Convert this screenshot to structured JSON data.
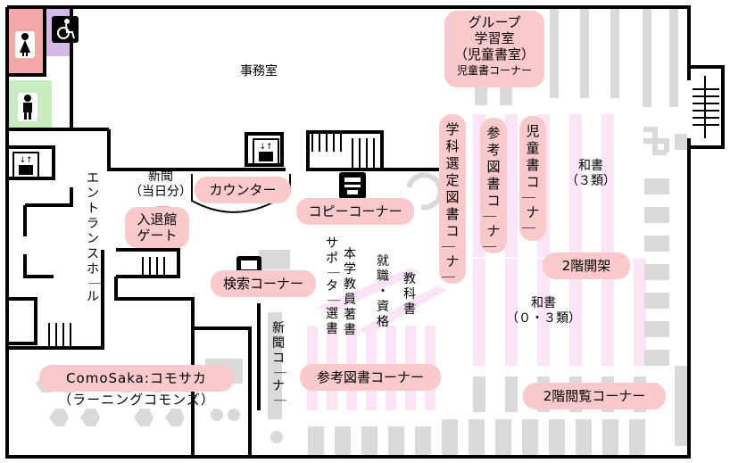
{
  "rooms": {
    "office": "事務室",
    "group_study": [
      "グループ",
      "学習室",
      "（児童書室）",
      "児童書コーナー"
    ],
    "entrance_hall": "エントランスホール",
    "newspaper_today": [
      "新聞",
      "（当日分）"
    ],
    "counter": "カウンター",
    "gate": [
      "入退館",
      "ゲート"
    ],
    "copy_corner": "コピーコーナー",
    "search_corner": "検索コーナー",
    "comosaka": "ComoSaka:コモサカ",
    "comosaka_sub": "（ラーニングコモンズ）",
    "reference_corner": "参考図書コーナー",
    "floor2_open": "2階開架",
    "floor2_reading": "2階閲覧コーナー",
    "washo_03": [
      "和書",
      "（０・３類）"
    ],
    "washo_3": [
      "和書",
      "（３類）"
    ]
  },
  "vertical_labels": {
    "gakka_sentei": "学科選定図書コーナー",
    "sanko_tosho": "参考図書コーナー",
    "jidosho": "児童書コーナー",
    "kyoka": "教科書",
    "shushoku": "就職・資格",
    "hongaku": "本学教員著書",
    "supporter": "サポーター選書",
    "shinbun": "新聞コーナー"
  },
  "icons": [
    "female-restroom-icon",
    "wheelchair-icon",
    "male-restroom-icon",
    "elevator-icon",
    "copier-icon",
    "computer-icon"
  ],
  "colors": {
    "pink_label": "#f9c9cc",
    "shelf_pink": "#fce4f7",
    "shelf_gray": "#d9d9d9",
    "female_room": "#f4a6a8",
    "male_room": "#c7ecc0",
    "accessible_room": "#d4b8e6"
  }
}
